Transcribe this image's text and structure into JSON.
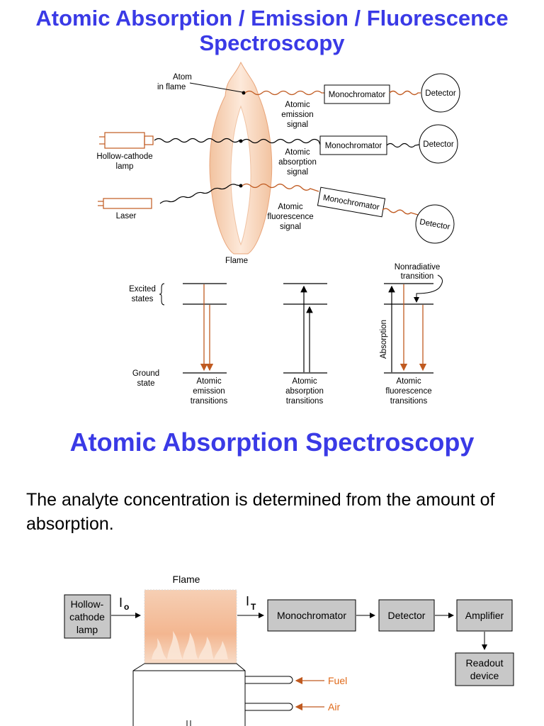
{
  "title": {
    "line1": "Atomic Absorption / Emission / Fluorescence",
    "line2": "Spectroscopy"
  },
  "diagram1": {
    "atom_label_1": "Atom",
    "atom_label_2": "in flame",
    "hcl_label_1": "Hollow-cathode",
    "hcl_label_2": "lamp",
    "laser_label": "Laser",
    "flame_label": "Flame",
    "mono1": "Monochromator",
    "mono2": "Monochromator",
    "mono3": "Monochromator",
    "det1": "Detector",
    "det2": "Detector",
    "det3": "Detector",
    "emission_signal": [
      "Atomic",
      "emission",
      "signal"
    ],
    "absorption_signal": [
      "Atomic",
      "absorption",
      "signal"
    ],
    "fluorescence_signal": [
      "Atomic",
      "fluorescence",
      "signal"
    ]
  },
  "diagram2": {
    "excited_1": "Excited",
    "excited_2": "states",
    "ground_1": "Ground",
    "ground_2": "state",
    "nonrad_1": "Nonradiative",
    "nonrad_2": "transition",
    "absorption_axis": "Absorption",
    "emission_caption": [
      "Atomic",
      "emission",
      "transitions"
    ],
    "absorption_caption": [
      "Atomic",
      "absorption",
      "transitions"
    ],
    "fluorescence_caption": [
      "Atomic",
      "fluorescence",
      "transitions"
    ]
  },
  "section_title": "Atomic Absorption Spectroscopy",
  "body_text": "The analyte concentration is determined from the amount of absorption.",
  "diagram3": {
    "flame_label": "Flame",
    "lamp": [
      "Hollow-",
      "cathode",
      "lamp"
    ],
    "i0_main": "I",
    "i0_sub": "o",
    "it_main": "I",
    "it_sub": "T",
    "monochromator": "Monochromator",
    "detector": "Detector",
    "amplifier": "Amplifier",
    "readout": [
      "Readout",
      "device"
    ],
    "fuel": "Fuel",
    "air": "Air"
  },
  "colors": {
    "title_blue": "#3a3ae6",
    "signal_orange": "#e06a1a",
    "box_gray": "#c8c8c8"
  }
}
